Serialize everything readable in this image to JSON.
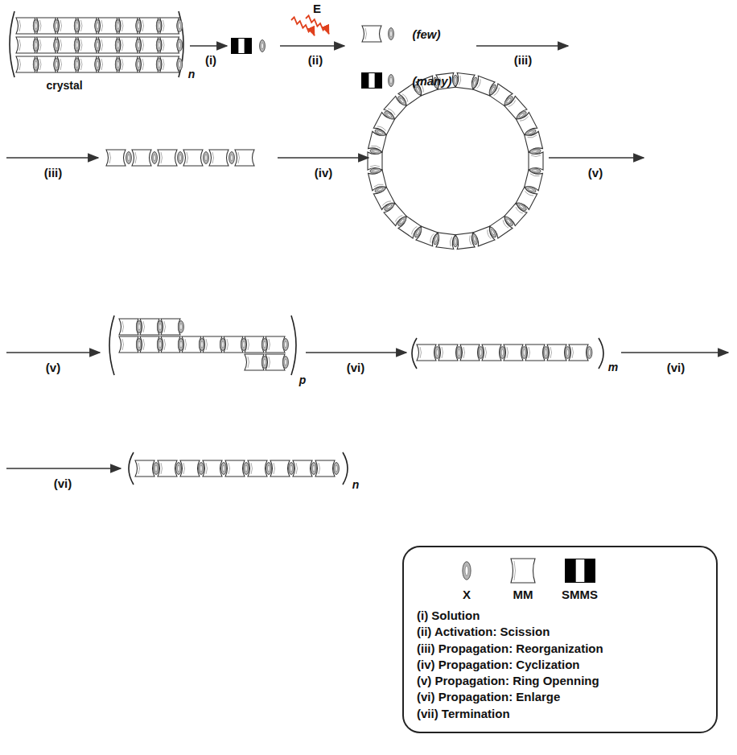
{
  "diagram": {
    "nodes": [
      {
        "text": [
          "(i) Solution",
          "(ii) Activation: Scission",
          "(iii) Propagation: Reorganization",
          "(iv) Propagation: Cyclization",
          "(v) Propagation: Ring Openning",
          "(vi) Propagation: Enlarge",
          "(vii) Termination"
        ]
      }
    ],
    "labels": [
      "crystal",
      "n",
      "E",
      "(few)",
      "(many)",
      "(i)",
      "(ii)",
      "(iii)",
      "(iii)",
      "(iv)",
      "(v)",
      "(v)",
      "p",
      "(vi)",
      "m",
      "(vi)",
      "(vi)",
      "n"
    ],
    "legend": [
      {
        "text": "X"
      },
      {
        "text": "MM"
      },
      {
        "text": "SMMS"
      }
    ]
  }
}
